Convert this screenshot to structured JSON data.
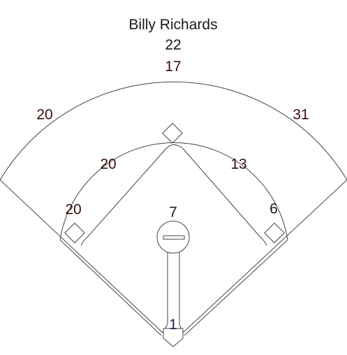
{
  "player": {
    "name": "Billy Richards",
    "jersey_number": "22"
  },
  "colors": {
    "lines": "#444444",
    "text_dark": "#1a1a1a",
    "text_maroon": "#3a0f0f",
    "catcher": "#1c1c4a"
  },
  "positions": {
    "center_field": "17",
    "left_field": "20",
    "right_field": "31",
    "shortstop": "20",
    "second_base": "13",
    "third_base": "20",
    "first_base": "6",
    "pitcher": "7",
    "catcher": "1"
  }
}
